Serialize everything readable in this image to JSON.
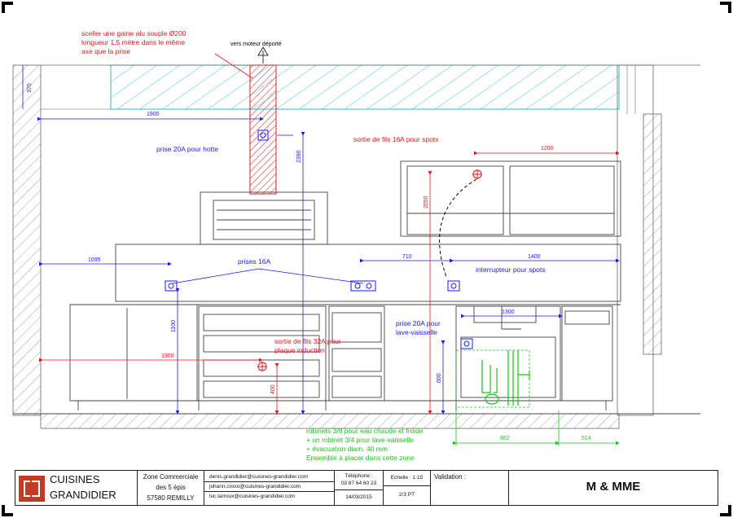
{
  "annotations": {
    "gaine_line1": "sceller une gaine alu souple Ø200",
    "gaine_line2": "longueur 1,5 mètre dans le même",
    "gaine_line3": "axe que la prise",
    "moteur": "vers moteur déporté",
    "prise_hotte": "prise 20A pour hotte",
    "sortie_spots": "sortie de fils 16A pour spots",
    "prises_16a": "prises 16A",
    "interrupteur": "interrupteur pour spots",
    "prise_lv_line1": "prise 20A pour",
    "prise_lv_line2": "lave-vaisselle",
    "sortie_32a_line1": "sortie de fils 32A pour",
    "sortie_32a_line2": "plaque induction",
    "robinets_line1": "robinets 3/8 pour eau chaude et froide",
    "robinets_line2": "+ un robinet 3/4 pour lave-vaisselle",
    "robinets_line3": "+ évacuation diam. 40 mm",
    "robinets_line4": "Ensemble à placer dans cette zone"
  },
  "dimensions": {
    "d370": "370",
    "d1900_top": "1900",
    "d2390": "2390",
    "d1200": "1200",
    "d2050": "2050",
    "d1095": "1095",
    "d710": "710",
    "d1400": "1400",
    "d1100": "1100",
    "d1300": "1300",
    "d1900_low": "1900",
    "d600": "600",
    "d400": "400",
    "d862": "862",
    "d514": "514"
  },
  "titleblock": {
    "company_line1": "CUISINES",
    "company_line2": "GRANDIDIER",
    "address_line1": "Zone Commerciale",
    "address_line2": "des 5 épis",
    "address_line3": "57580 REMILLY",
    "email1": "denis.grandidier@cuisines-grandidier.com",
    "email2": "johann.croxo@cuisines-grandidier.com",
    "email3": "luc.tarroux@cuisines-grandidier.com",
    "phone_label": "Téléphone :",
    "phone": "03 87 64 60 23",
    "date": "14/03/2015",
    "scale": "Echelle : 1:15",
    "page": "2/3 PT",
    "validation": "Validation :",
    "client": "M & MME"
  },
  "colors": {
    "dimension_blue": "#1a1aff",
    "annotation_red": "#e8161b",
    "plumbing_green": "#18c418",
    "wall_hatch": "#777777",
    "duct_hatch": "#cc2222",
    "ceiling_hatch": "#22b8c8"
  }
}
